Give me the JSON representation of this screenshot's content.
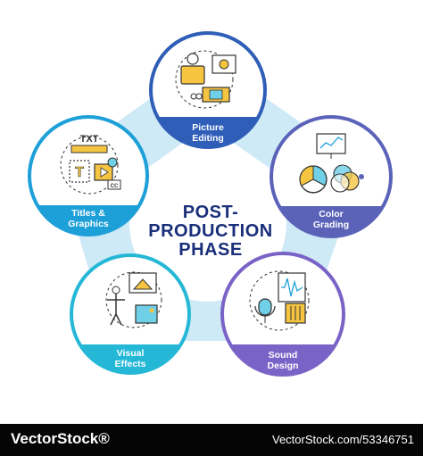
{
  "title_lines": [
    "POST-",
    "PRODUCTION",
    "PHASE"
  ],
  "stages": [
    {
      "line1": "Picture",
      "line2": "Editing",
      "color": "#2f5eb8"
    },
    {
      "line1": "Color",
      "line2": "Grading",
      "color": "#5b63b9"
    },
    {
      "line1": "Sound",
      "line2": "Design",
      "color": "#7a63c6"
    },
    {
      "line1": "Visual",
      "line2": "Effects",
      "color": "#25b8d6"
    },
    {
      "line1": "Titles &",
      "line2": "Graphics",
      "color": "#1d9fd8"
    }
  ],
  "icon_labels": {
    "txt": "TXT",
    "t": "T",
    "cc": "CC"
  },
  "connector_color": "#cfeaf7",
  "footer": {
    "brand": "VectorStock®",
    "url": "VectorStock.com/53346751"
  }
}
